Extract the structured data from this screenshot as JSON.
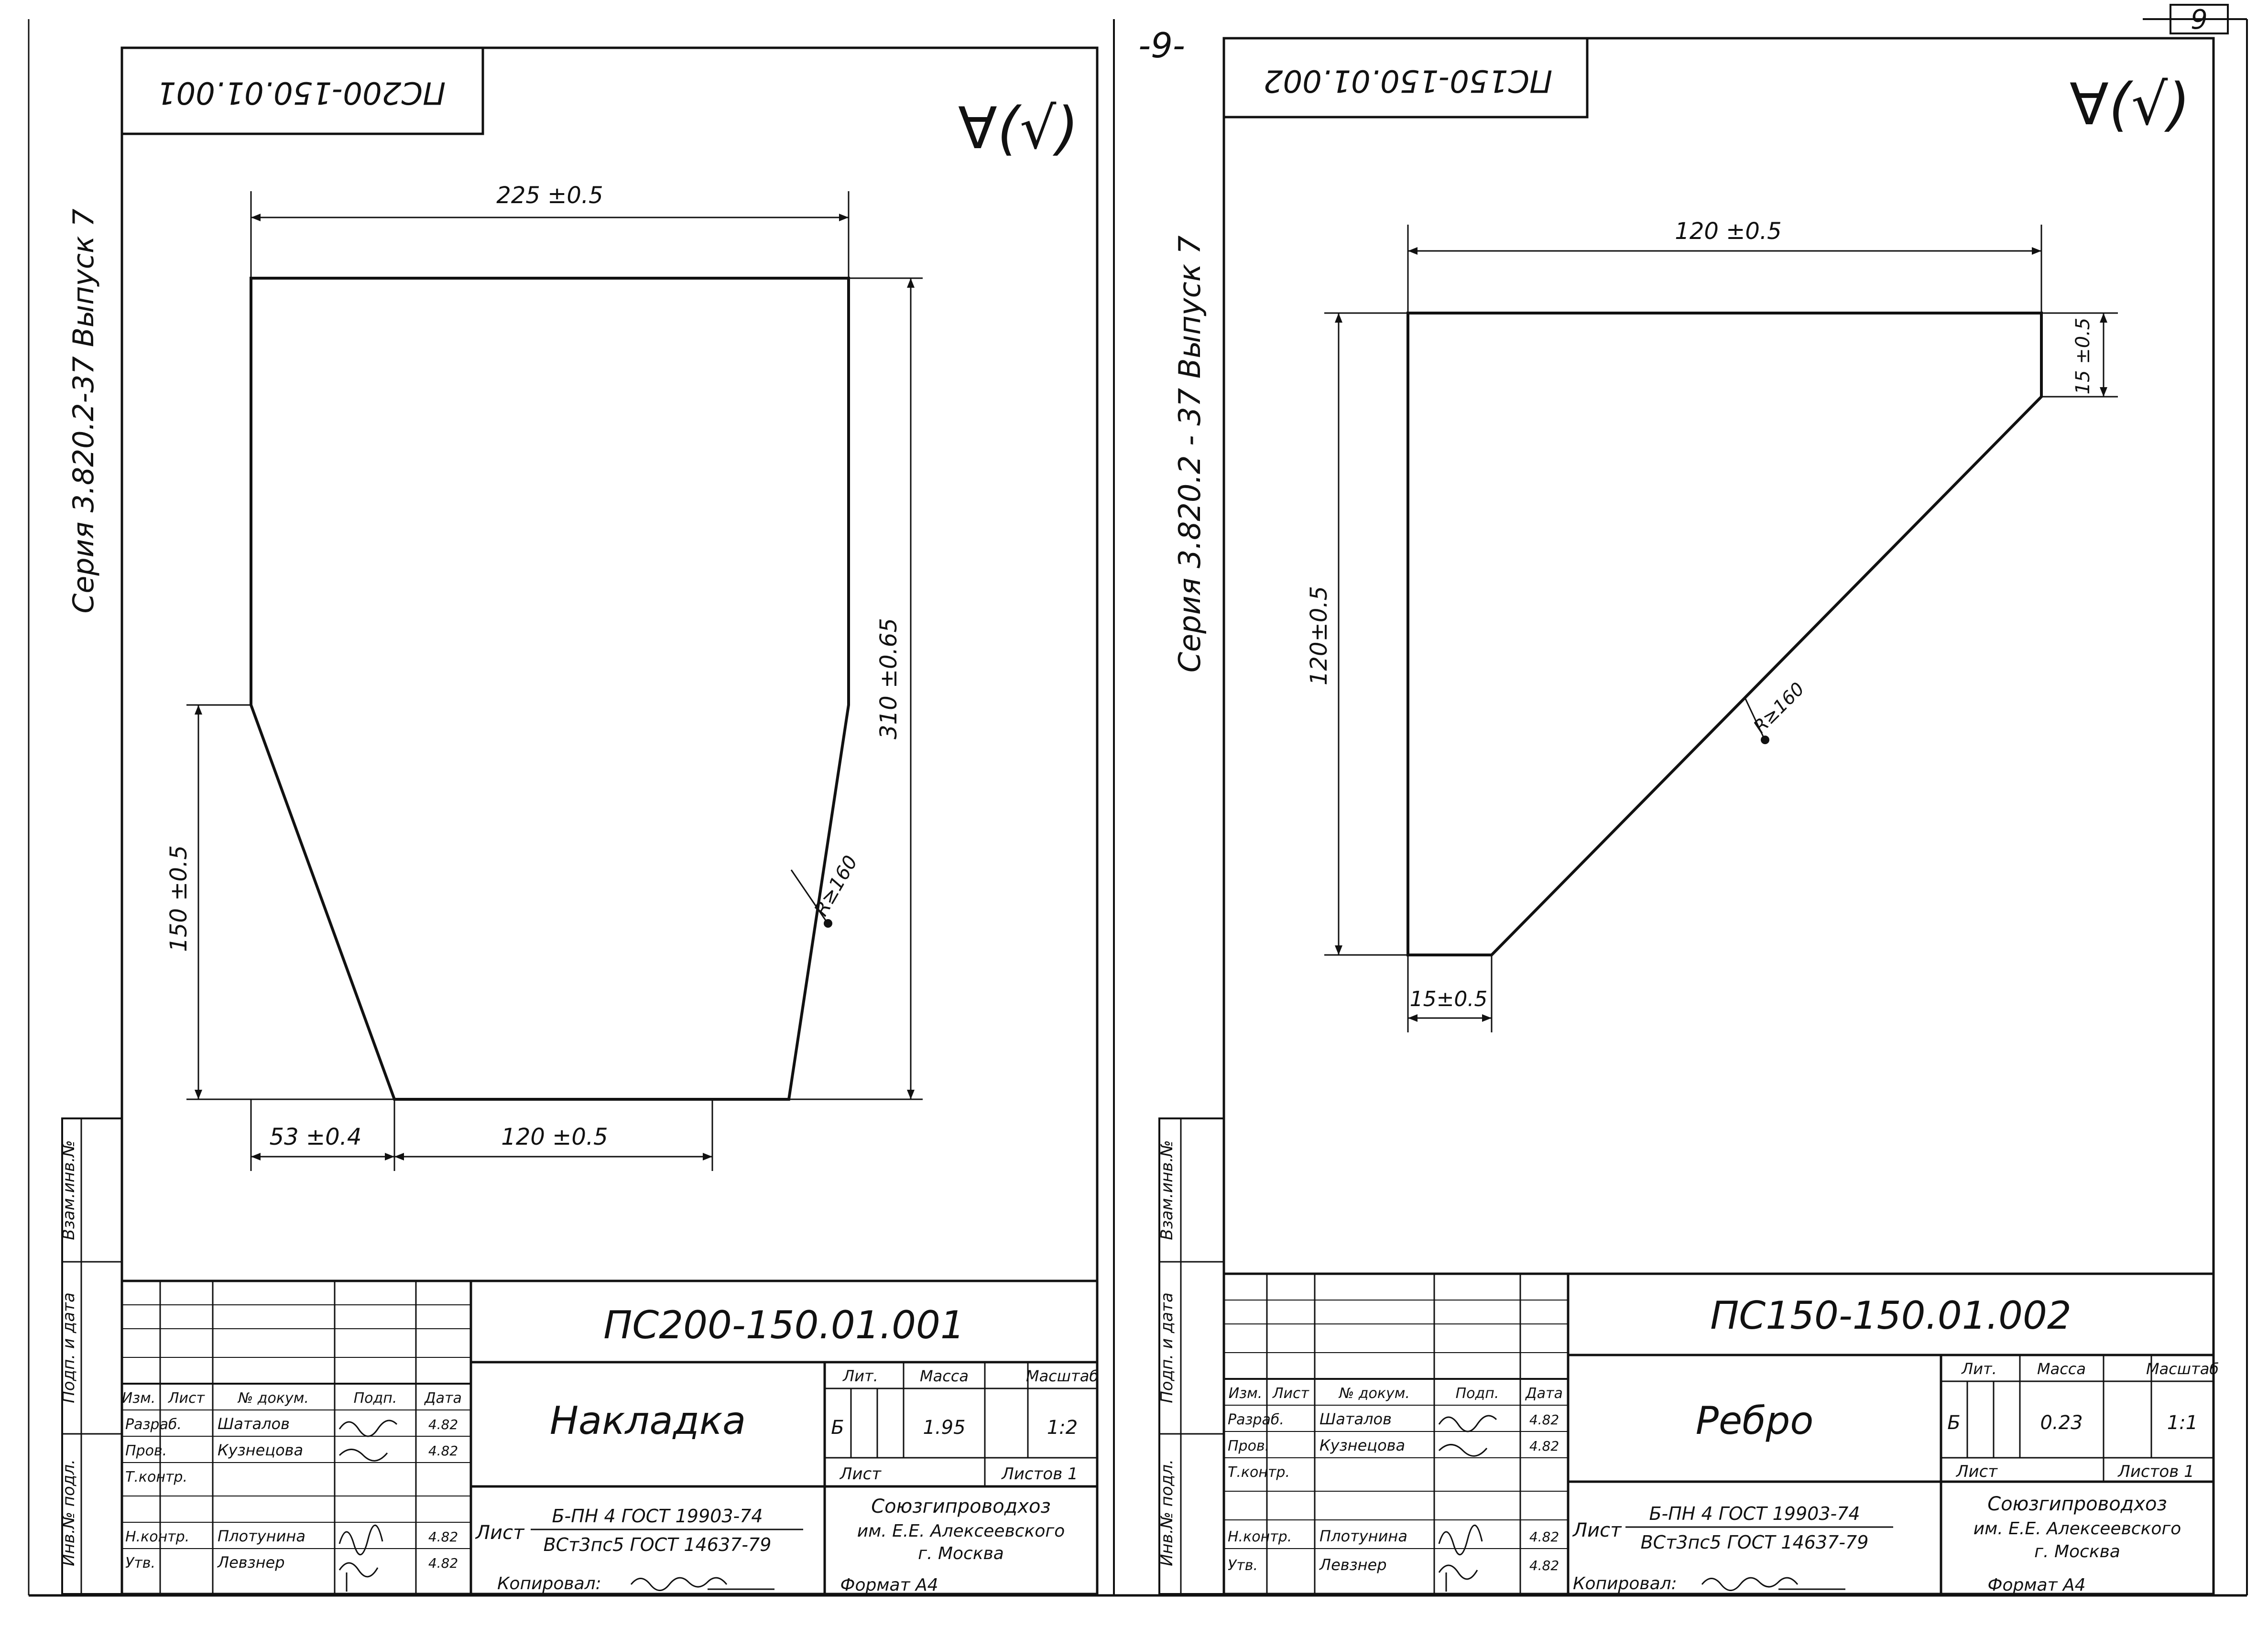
{
  "page_number": "-9-",
  "corner_number": "9",
  "left_sheet": {
    "top_stamp": "ПС200-150.01.001",
    "roughness_mark": "∀(√)",
    "series_label": "Серия 3.820.2-37 Выпуск 7",
    "dim_top": "225 ±0.5",
    "dim_right": "310 ±0.65",
    "dim_left": "150 ±0.5",
    "dim_bottom_left": "53 ±0.4",
    "dim_bottom_right": "120 ±0.5",
    "radius": "R≥160",
    "side_stamp": [
      "Взам.инв.№",
      "Подп. и дата",
      "Инв.№ подл."
    ],
    "title_block": {
      "designation": "ПС200-150.01.001",
      "name": "Накладка",
      "lit_header": "Лит.",
      "mass_header": "Масса",
      "scale_header": "Масштаб",
      "lit": "Б",
      "mass": "1.95",
      "scale": "1:2",
      "sheet_label": "Лист",
      "sheets_label": "Листов 1",
      "material_prefix": "Лист",
      "material_top": "Б-ПН 4 ГОСТ 19903-74",
      "material_bottom": "ВСт3пс5 ГОСТ 14637-79",
      "org": [
        "Союзгипроводхоз",
        "им. Е.Е. Алексеевского",
        "г. Москва"
      ],
      "headers": [
        "Изм.",
        "Лист",
        "№ докум.",
        "Подп.",
        "Дата"
      ],
      "rows": [
        {
          "role": "Разраб.",
          "name": "Шаталов",
          "date": "4.82"
        },
        {
          "role": "Пров.",
          "name": "Кузнецова",
          "date": "4.82"
        },
        {
          "role": "Т.контр.",
          "name": "",
          "date": ""
        },
        {
          "role": "Н.контр.",
          "name": "Плотунина",
          "date": "4.82"
        },
        {
          "role": "Утв.",
          "name": "Левзнер",
          "date": "4.82"
        }
      ],
      "copied": "Копировал:",
      "format": "Формат А4"
    }
  },
  "right_sheet": {
    "top_stamp": "ПС150-150.01.002",
    "roughness_mark": "∀(√)",
    "series_label": "Серия 3.820.2 - 37 Выпуск 7",
    "dim_top": "120 ±0.5",
    "dim_right": "15 ±0.5",
    "dim_left": "120±0.5",
    "dim_bottom": "15±0.5",
    "radius": "R≥160",
    "side_stamp": [
      "Взам.инв.№",
      "Подп. и дата",
      "Инв.№ подл."
    ],
    "title_block": {
      "designation": "ПС150-150.01.002",
      "name": "Ребро",
      "lit_header": "Лит.",
      "mass_header": "Масса",
      "scale_header": "Масштаб",
      "lit": "Б",
      "mass": "0.23",
      "scale": "1:1",
      "sheet_label": "Лист",
      "sheets_label": "Листов 1",
      "material_prefix": "Лист",
      "material_top": "Б-ПН 4 ГОСТ 19903-74",
      "material_bottom": "ВСт3пс5 ГОСТ 14637-79",
      "org": [
        "Союзгипроводхоз",
        "им. Е.Е. Алексеевского",
        "г. Москва"
      ],
      "headers": [
        "Изм.",
        "Лист",
        "№ докум.",
        "Подп.",
        "Дата"
      ],
      "rows": [
        {
          "role": "Разраб.",
          "name": "Шаталов",
          "date": "4.82"
        },
        {
          "role": "Пров.",
          "name": "Кузнецова",
          "date": "4.82"
        },
        {
          "role": "Т.контр.",
          "name": "",
          "date": ""
        },
        {
          "role": "Н.контр.",
          "name": "Плотунина",
          "date": "4.82"
        },
        {
          "role": "Утв.",
          "name": "Левзнер",
          "date": "4.82"
        }
      ],
      "copied": "Копировал:",
      "format": "Формат А4"
    }
  }
}
